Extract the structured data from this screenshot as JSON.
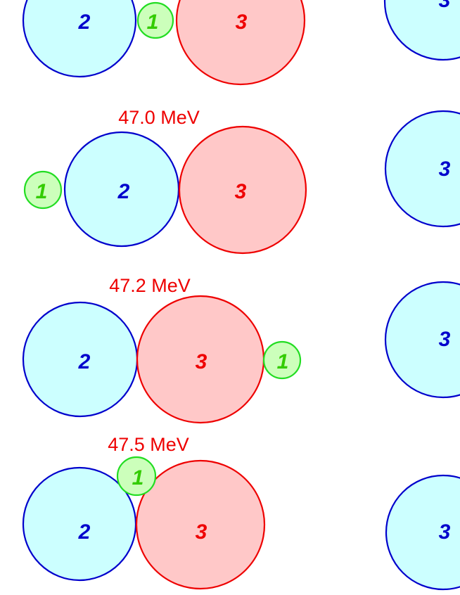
{
  "colors": {
    "blue_stroke": "#0000cc",
    "blue_fill": "#ccffff",
    "red_stroke": "#ee0000",
    "red_fill": "#ffc8c8",
    "green_stroke": "#22dd22",
    "green_fill": "#ccffbb",
    "green_text": "#33cc00",
    "energy_text": "#ee0000"
  },
  "energies": [
    "47.0 MeV",
    "47.2 MeV",
    "47.5 MeV"
  ],
  "panels": [
    {
      "energy": null,
      "fragments": [
        "2",
        "1",
        "3"
      ]
    },
    {
      "energy": "47.0 MeV",
      "fragments": [
        "1",
        "2",
        "3"
      ]
    },
    {
      "energy": "47.2 MeV",
      "fragments": [
        "2",
        "3",
        "1"
      ]
    },
    {
      "energy": "47.5 MeV",
      "fragments": [
        "1",
        "2",
        "3"
      ]
    }
  ],
  "right_column": {
    "fragment_label": "3"
  }
}
